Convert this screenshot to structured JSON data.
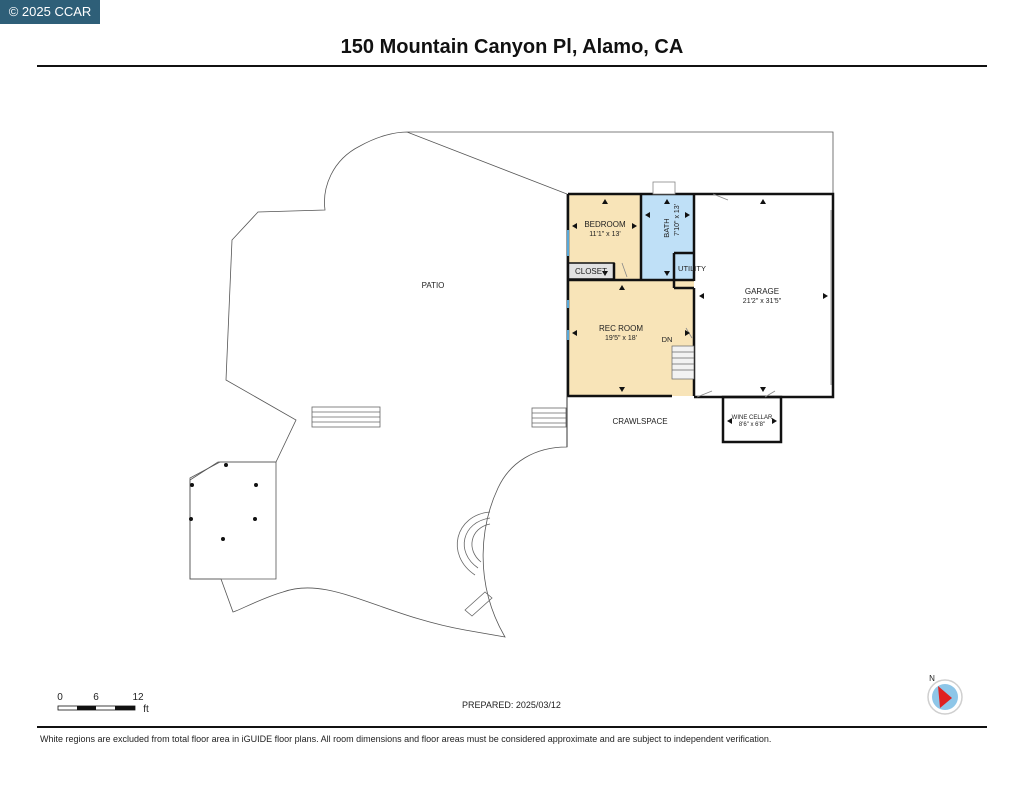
{
  "badge": "© 2025 CCAR",
  "title": "150 Mountain Canyon Pl, Alamo, CA",
  "rooms": {
    "patio": "PATIO",
    "bedroom": {
      "name": "BEDROOM",
      "dims": "11'1\" x 13'"
    },
    "bath": {
      "name": "BATH",
      "dims": "7'10\" x 13'"
    },
    "closet": "CLOSET",
    "utility": "UTILITY",
    "garage": {
      "name": "GARAGE",
      "dims": "21'2\" x 31'5\""
    },
    "rec_room": {
      "name": "REC ROOM",
      "dims": "19'5\" x 18'"
    },
    "dn": "DN",
    "crawlspace": "CRAWLSPACE",
    "wine_cellar": {
      "name": "WINE CELLAR",
      "dims": "8'6\" x 6'8\""
    }
  },
  "scale": {
    "ticks": [
      "0",
      "6",
      "12"
    ],
    "unit": "ft"
  },
  "compass": "N",
  "prepared": "PREPARED: 2025/03/12",
  "disclaimer": "White regions are excluded from total floor area in iGUIDE floor plans. All room dimensions and floor areas must be considered approximate and are subject to independent verification.",
  "colors": {
    "badge": "#2e5f78",
    "bedroom": "#f8e4b8",
    "bath": "#bfe0f7",
    "rec_room": "#f8e4b8",
    "closet": "#e2e2e2",
    "compass_arrow": "#e02020",
    "compass_ring": "#8ec6e8"
  }
}
